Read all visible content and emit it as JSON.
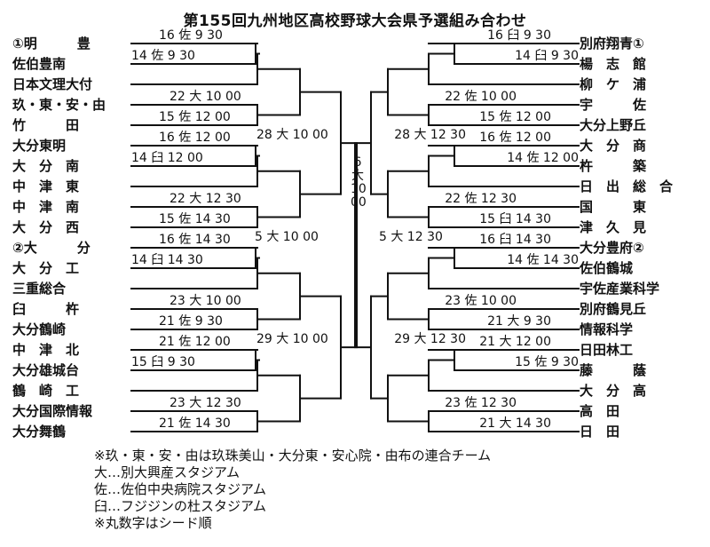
{
  "title": "第155回九州地区高校野球大会県予選組み合わせ",
  "left_teams": [
    "①明　　　豊",
    "佐伯豊南",
    "日本文理大付",
    "玖・東・安・由",
    "竹　　　田",
    "大分東明",
    "大　分　南",
    "中　津　東",
    "中　津　南",
    "大　分　西",
    "②大　　　分",
    "大　分　工",
    "三重総合",
    "臼　　　杵",
    "大分鶴崎",
    "中　津　北",
    "大分雄城台",
    "鶴　崎　工",
    "大分国際情報",
    "大分舞鶴"
  ],
  "right_teams": [
    "別府翔青①",
    "楊　志　館",
    "柳　ケ　浦",
    "宇　　　佐",
    "大分上野丘",
    "大　分　商",
    "杵　　　築",
    "日　出　総　合",
    "国　　　東",
    "津　久　見",
    "大分豊府②",
    "佐伯鶴城",
    "宇佐産業科学",
    "別府鶴見丘",
    "情報科学",
    "日田林工",
    "藤　　　蔭",
    "大　分　高",
    "高　田",
    "日　田"
  ],
  "left_matches": {
    "r1": [
      "16 佐 9 30",
      "14 佐 9 30",
      "16 佐 12 00",
      "14 臼 12 00",
      "16 佐 14 30",
      "14 臼 14 30",
      "21 佐 12 00",
      "15 臼 9 30"
    ],
    "r2": [
      "22 大 10 00",
      "15 佐 12 00",
      "22 大 12 30",
      "15 佐 14 30",
      "23 大 10 00",
      "21 佐 9 30",
      "23 大 12 30",
      "21 佐 14 30"
    ],
    "r3": [
      "28 大 10 00",
      "29 大 10 00"
    ],
    "sf": "5 大 10 00"
  },
  "right_matches": {
    "r1": [
      "16 臼 9 30",
      "14 臼 9 30",
      "16 佐 12 00",
      "14 佐 12 00",
      "16 臼 14 30",
      "14 佐 14 30",
      "21 大 12 00",
      "15 佐 9 30"
    ],
    "r2": [
      "22 佐 10 00",
      "15 佐 12 00",
      "22 佐 12 30",
      "15 臼 14 30",
      "23 佐 10 00",
      "21 大 9 30",
      "23 佐 12 30",
      "21 大 14 30"
    ],
    "r3": [
      "28 大 12 30",
      "29 大 12 30"
    ],
    "sf": "5 大 12 30"
  },
  "final": [
    "6",
    "大",
    "10",
    "00"
  ],
  "notes": [
    "※玖・東・安・由は玖珠美山・大分東・安心院・由布の連合チーム",
    "大…別大興産スタジアム",
    "佐…佐伯中央病院スタジアム",
    "臼…フジジンの杜スタジアム",
    "※丸数字はシード順"
  ]
}
